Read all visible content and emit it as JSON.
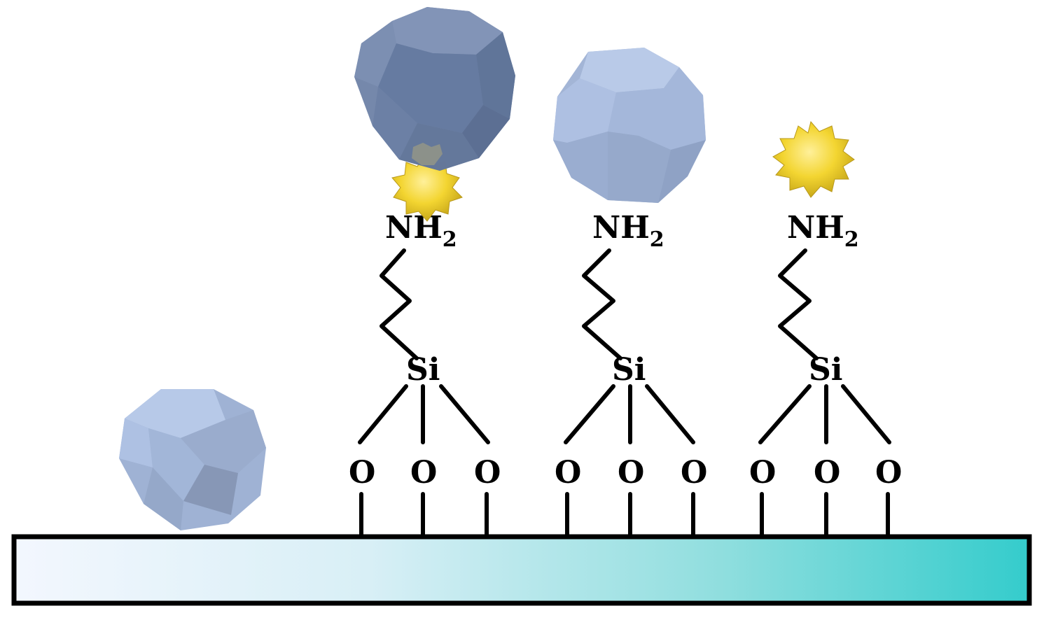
{
  "labels": {
    "amine": "NH",
    "amine_subscript": "2",
    "silicon": "Si",
    "oxygen": "O"
  },
  "colors": {
    "substrate_gradient_start": "#f3f7fe",
    "substrate_gradient_end": "#34cccc",
    "crystal_light": "#a3b5d6",
    "crystal_dark": "#6f84a6",
    "nanoparticle": "#f0d335",
    "outline": "#000000"
  },
  "icons": {
    "crystal": "truncated-octahedron-crystal-icon",
    "nanoparticle": "spiky-gold-nanoparticle-icon",
    "substrate": "glass-substrate-slab"
  }
}
